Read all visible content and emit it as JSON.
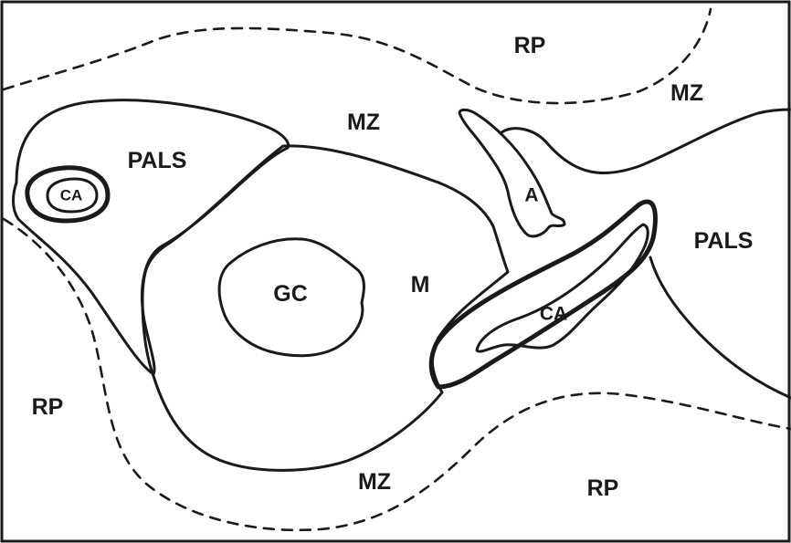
{
  "labels": {
    "rp_top": "RP",
    "mz_top_right": "MZ",
    "mz_top": "MZ",
    "pals_left": "PALS",
    "ca_left": "CA",
    "a": "A",
    "pals_right": "PALS",
    "gc": "GC",
    "m": "M",
    "ca_right": "CA",
    "rp_left": "RP",
    "mz_bottom": "MZ",
    "rp_bottom": "RP"
  },
  "colors": {
    "ink": "#1a1a1a",
    "background": "#ffffff"
  }
}
